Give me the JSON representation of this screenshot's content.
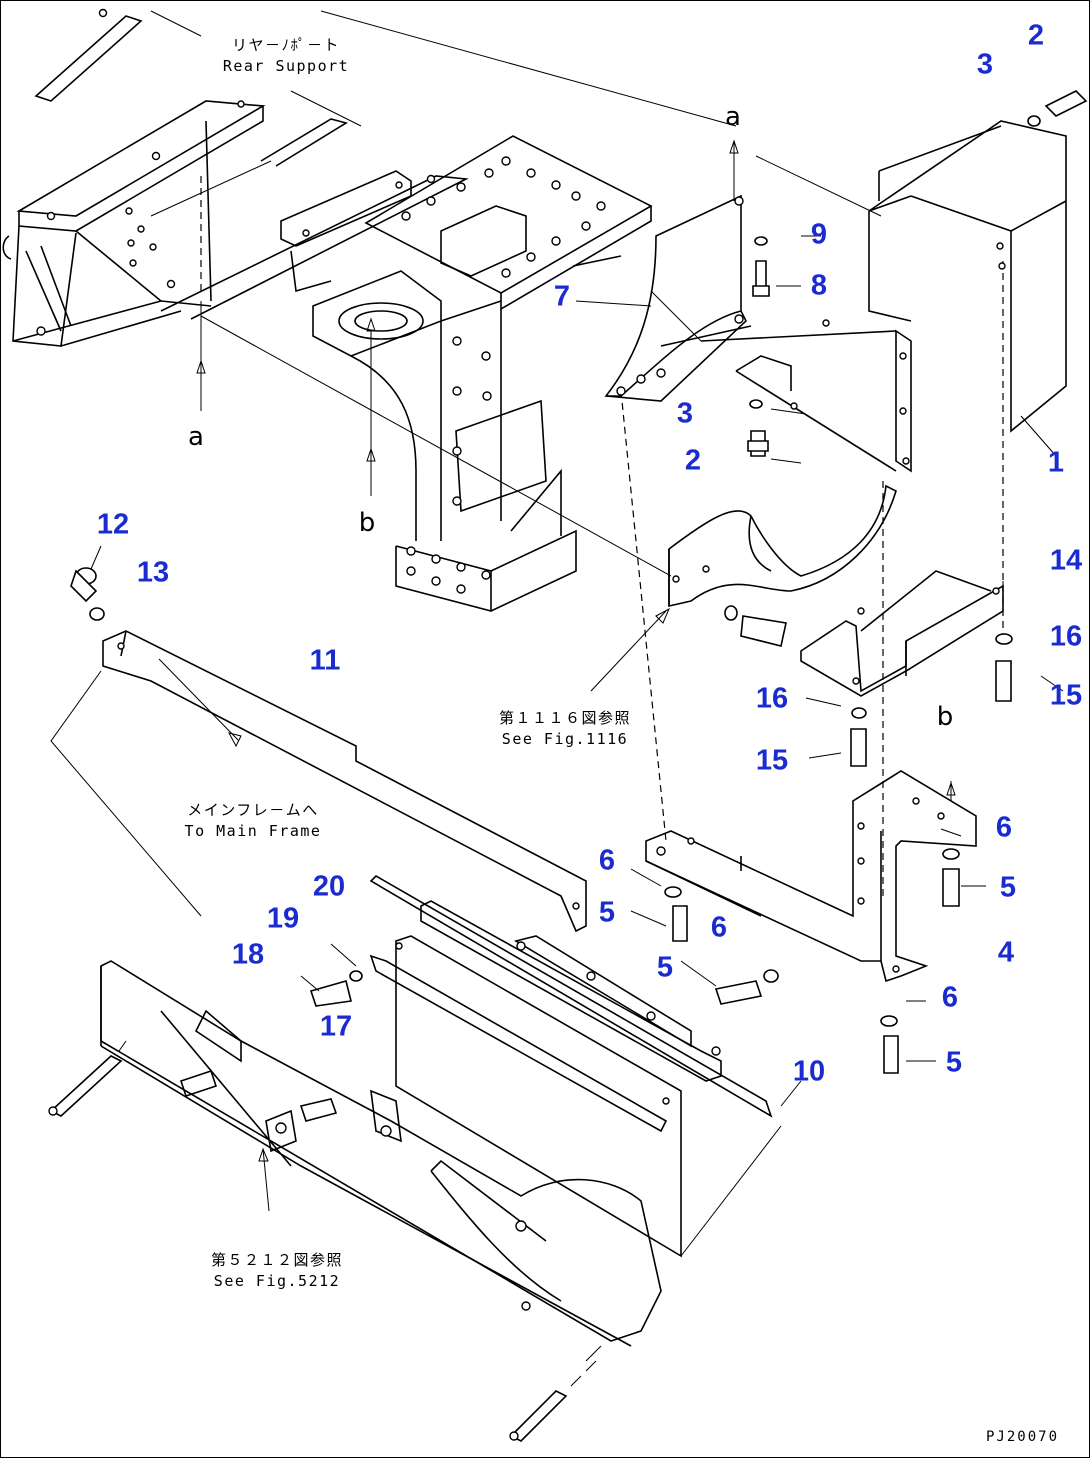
{
  "callouts": {
    "c1": "1",
    "c2a": "2",
    "c2b": "2",
    "c3a": "3",
    "c3b": "3",
    "c4": "4",
    "c5a": "5",
    "c5b": "5",
    "c5c": "5",
    "c6a": "6",
    "c6b": "6",
    "c6c": "6",
    "c6d": "6",
    "c7": "7",
    "c8": "8",
    "c9": "9",
    "c10": "10",
    "c11": "11",
    "c12": "12",
    "c13": "13",
    "c14": "14",
    "c15a": "15",
    "c15b": "15",
    "c16a": "16",
    "c16b": "16",
    "c17": "17",
    "c18": "18",
    "c19": "19",
    "c20": "20"
  },
  "notes": {
    "rear_support_jp": "リヤ－ﾉﾎﾟ－ト",
    "rear_support_en": "Rear Support",
    "fig1116_jp": "第１１１６図参照",
    "fig1116_en": "See Fig.1116",
    "main_frame_jp": "メインフレ－ムへ",
    "main_frame_en": "To Main Frame",
    "fig5212_jp": "第５２１２図参照",
    "fig5212_en": "See Fig.5212"
  },
  "refs": {
    "a_top": "a",
    "a_left": "a",
    "b_mid": "b",
    "b_right": "b"
  },
  "drawing_code": "PJ20070",
  "colors": {
    "callout": "#1a2bd0",
    "line": "#000000",
    "background": "#ffffff"
  }
}
